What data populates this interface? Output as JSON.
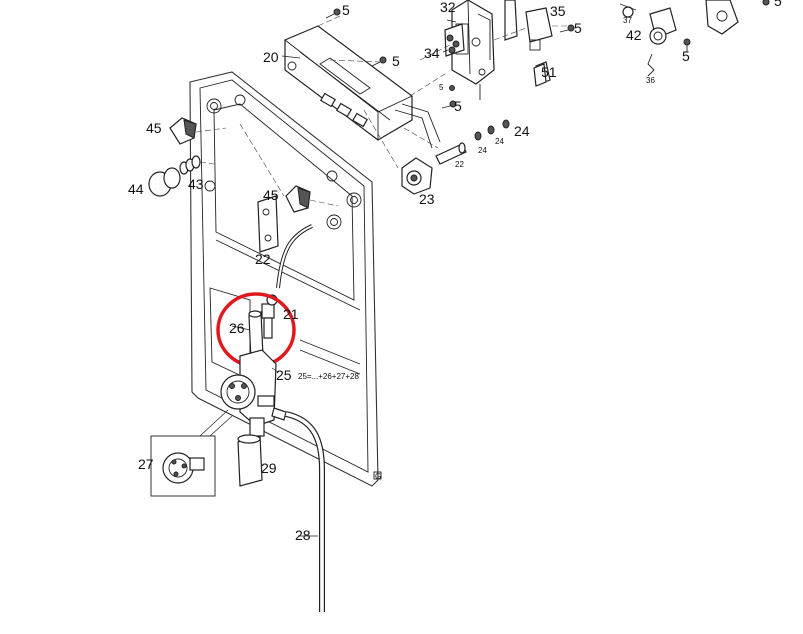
{
  "diagram": {
    "labels": {
      "p5a": "5",
      "p32": "32",
      "p35": "35",
      "p5b": "5",
      "p37": "37",
      "p42": "42",
      "p36": "36",
      "p5c": "5",
      "p5d": "5",
      "p20": "20",
      "p34": "34",
      "p5e": "5",
      "p51": "51",
      "p5f": "5",
      "p5g": "5",
      "p24a": "24",
      "p24b": "24",
      "p24c": "24",
      "p22a": "22",
      "p45a": "45",
      "p44": "44",
      "p43": "43",
      "p23": "23",
      "p45b": "45",
      "p22b": "22",
      "p26": "26",
      "p21": "21",
      "p25": "25",
      "p25note": "25=...+26+27+28",
      "p27": "27",
      "p29": "29",
      "p28": "28",
      "gmark": "G"
    },
    "highlight_color": "#e0191f"
  }
}
